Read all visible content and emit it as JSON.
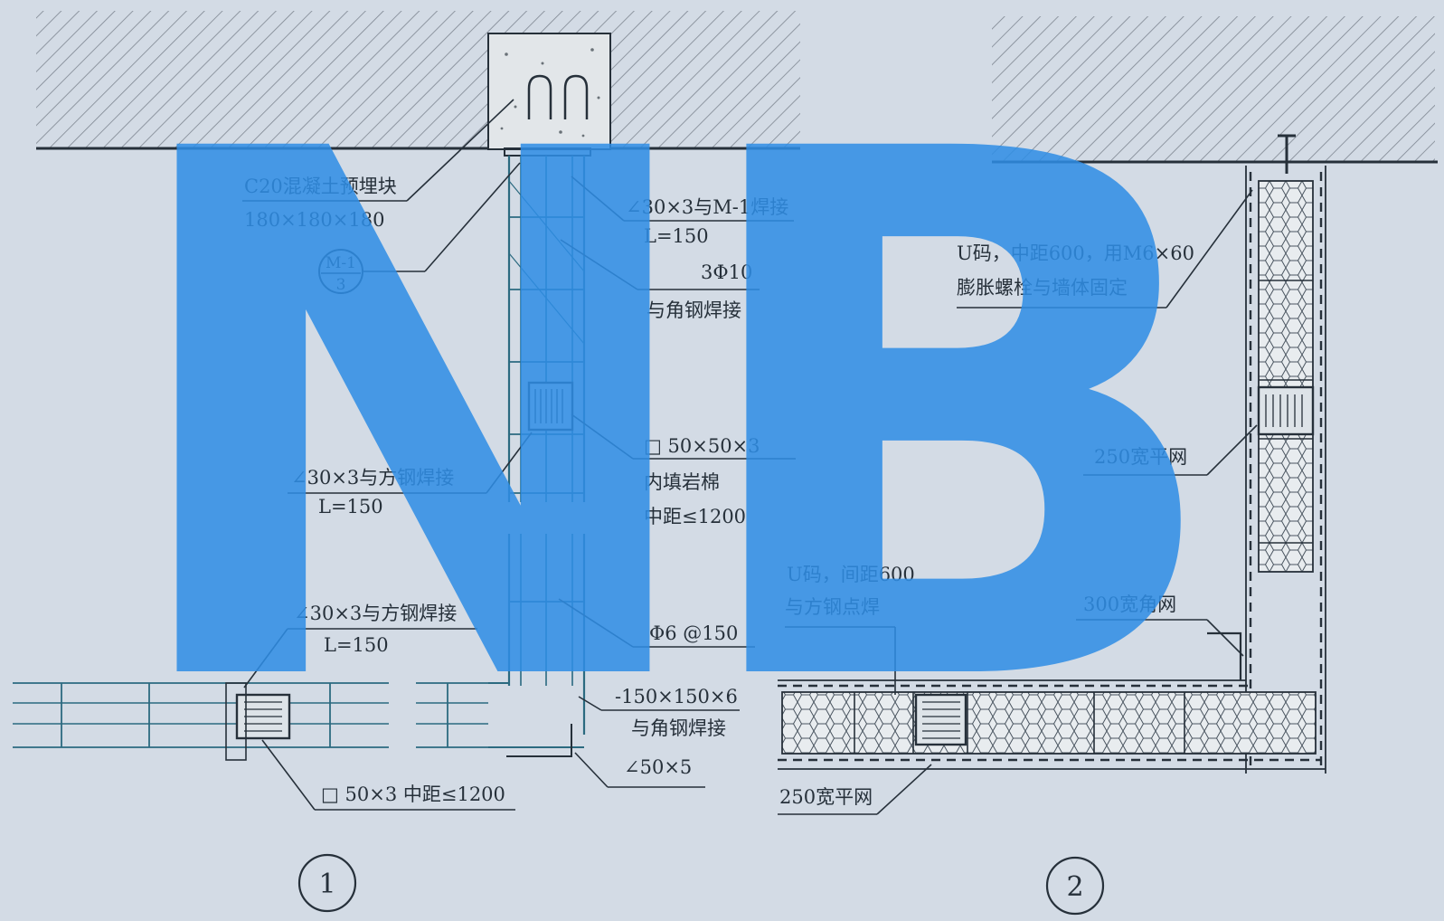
{
  "watermark": {
    "text": "NB",
    "color": "#2f8ee6"
  },
  "detail_1": {
    "number": "1",
    "labels": {
      "embed_block_line1": "C20混凝土预埋块",
      "embed_block_line2": "180×180×180",
      "m1_marker_top": "M-1",
      "m1_marker_bottom": "3",
      "angle_weld_m1": "∠30×3与M-1焊接",
      "angle_weld_m1_len": "L=150",
      "rebar": "3Φ10",
      "rebar_weld": "与角钢焊接",
      "angle_weld_tube_upper": "∠30×3与方钢焊接",
      "angle_weld_tube_upper_len": "L=150",
      "tube_size": "□ 50×50×3",
      "tube_fill": "内填岩棉",
      "tube_spacing": "中距≤1200",
      "angle_weld_tube_lower": "∠30×3与方钢焊接",
      "angle_weld_tube_lower_len": "L=150",
      "stirrup": "Φ6 @150",
      "plate": "-150×150×6",
      "plate_weld": "与角钢焊接",
      "corner_angle": "∠50×5",
      "tube_horizontal": "□ 50×3 中距≤1200"
    }
  },
  "detail_2": {
    "number": "2",
    "labels": {
      "u_clip_wall_line1": "U码，中距600，用M6×60",
      "u_clip_wall_line2": "膨胀螺栓与墙体固定",
      "flat_mesh_vertical": "250宽平网",
      "u_clip_tube_line1": "U码，间距600",
      "u_clip_tube_line2": "与方钢点焊",
      "corner_mesh": "300宽角网",
      "flat_mesh_horizontal": "250宽平网"
    }
  },
  "colors": {
    "background": "#d3dbe5",
    "ink": "#26303a",
    "steel": "#2b6a80",
    "hatch": "#7d8590"
  }
}
